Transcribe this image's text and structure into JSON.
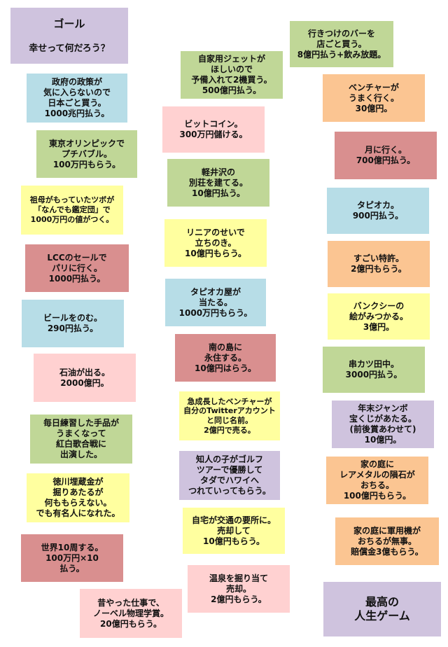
{
  "colors": {
    "yellow": "#ffff9f",
    "green": "#c0d797",
    "blue": "#b7dde7",
    "pink": "#ffd1d1",
    "orange": "#fbc592",
    "red": "#d98f8f",
    "purple": "#cfc3de"
  },
  "goal": {
    "title": "ゴール",
    "subtitle": "幸せって何だろう？"
  },
  "finish": "最高の\n人生ゲーム",
  "cards": {
    "c1": "政府の政策が\n気に入らないので\n日本ごと買う。\n1000兆円払う。",
    "c2": "東京オリンピックで\nプチバブル。\n100万円もらう。",
    "c3": "祖母がもっていたツボが\n「なんでも鑑定団」で\n1000万円の値がつく。",
    "c4": "LCCのセールで\nパリに行く。\n1000円払う。",
    "c5": "ビールをのむ。\n290円払う。",
    "c6": "石油が出る。\n2000億円。",
    "c7": "毎日練習した手品が\nうまくなって\n紅白歌合戦に\n出演した。",
    "c8": "徳川埋蔵金が\n掘りあたるが\n何ももらえない。\nでも有名人になれた。",
    "c9": "世界10周する。\n100万円×10\n払う。",
    "c10": "昔やった仕事で、\nノーベル物理学賞。\n20億円もらう。",
    "m1": "自家用ジェットが\nほしいので\n予備入れて2機買う。\n500億円払う。",
    "m2": "ビットコイン。\n300万円儲ける。",
    "m3": "軽井沢の\n別荘を建てる。\n10億円払う。",
    "m4": "リニアのせいで\n立ちのき。\n10億円もらう。",
    "m5": "タピオカ屋が\n当たる。\n1000万円もらう。",
    "m6": "南の島に\n永住する。\n10億円はらう。",
    "m7": "急成長したベンチャーが\n自分のTwitterアカウント\nと同じ名前。\n2億円で売る。",
    "m8": "知人の子がゴルフ\nツアーで優勝して\nタダでハワイへ\nつれていってもらう。",
    "m9": "自宅が交通の要所に。\n売却して\n10億円もらう。",
    "m10": "温泉を掘り当て\n売却。\n2億円もらう。",
    "r1": "行きつけのバーを\n店ごと買う。\n8億円払う+飲み放題。",
    "r2": "ベンチャーが\nうまく行く。\n30億円。",
    "r3": "月に行く。\n700億円払う。",
    "r4": "タピオカ。\n900円払う。",
    "r5": "すごい特許。\n2億円もらう。",
    "r6": "バンクシーの\n絵がみつかる。\n3億円。",
    "r7": "串カツ田中。\n3000円払う。",
    "r8": "年末ジャンボ\n宝くじがあたる。\n(前後賞あわせて)\n10億円。",
    "r9": "家の庭に\nレアメタルの隕石が\nおちる。\n100億円もらう。",
    "r10": "家の庭に軍用機が\nおちるが無事。\n賠償金3億もらう。"
  }
}
